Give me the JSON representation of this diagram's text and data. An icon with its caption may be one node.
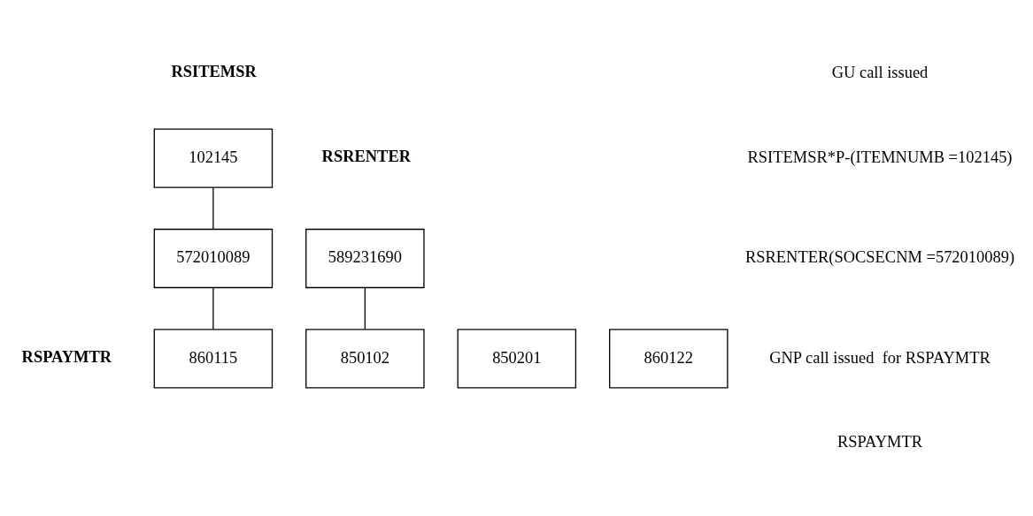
{
  "diagram": {
    "nodes": [
      {
        "text": [
          "102145"
        ]
      },
      {
        "text": [
          "589231690"
        ]
      },
      {
        "text": [
          "572010089"
        ]
      },
      {
        "text": [
          "850201"
        ]
      },
      {
        "text": [
          "850102"
        ]
      },
      {
        "text": [
          "860122"
        ]
      },
      {
        "text": [
          "860115"
        ]
      }
    ],
    "edges": [
      {
        "from": 0,
        "to": 2,
        "arrow": "none"
      },
      {
        "from": 1,
        "to": 4,
        "arrow": "none"
      },
      {
        "from": 2,
        "to": 6,
        "arrow": "none"
      }
    ],
    "labels": [
      "RSITEMSR",
      "GU call issued",
      "RSITEMSR*P-(ITEMNUMB =102145)",
      "RSRENTER(SOCSECNM =572010089)",
      "RSRENTER",
      "GNP call issued  for RSPAYMTR",
      "RSPAYMTR",
      "RSPAYMTR"
    ]
  }
}
